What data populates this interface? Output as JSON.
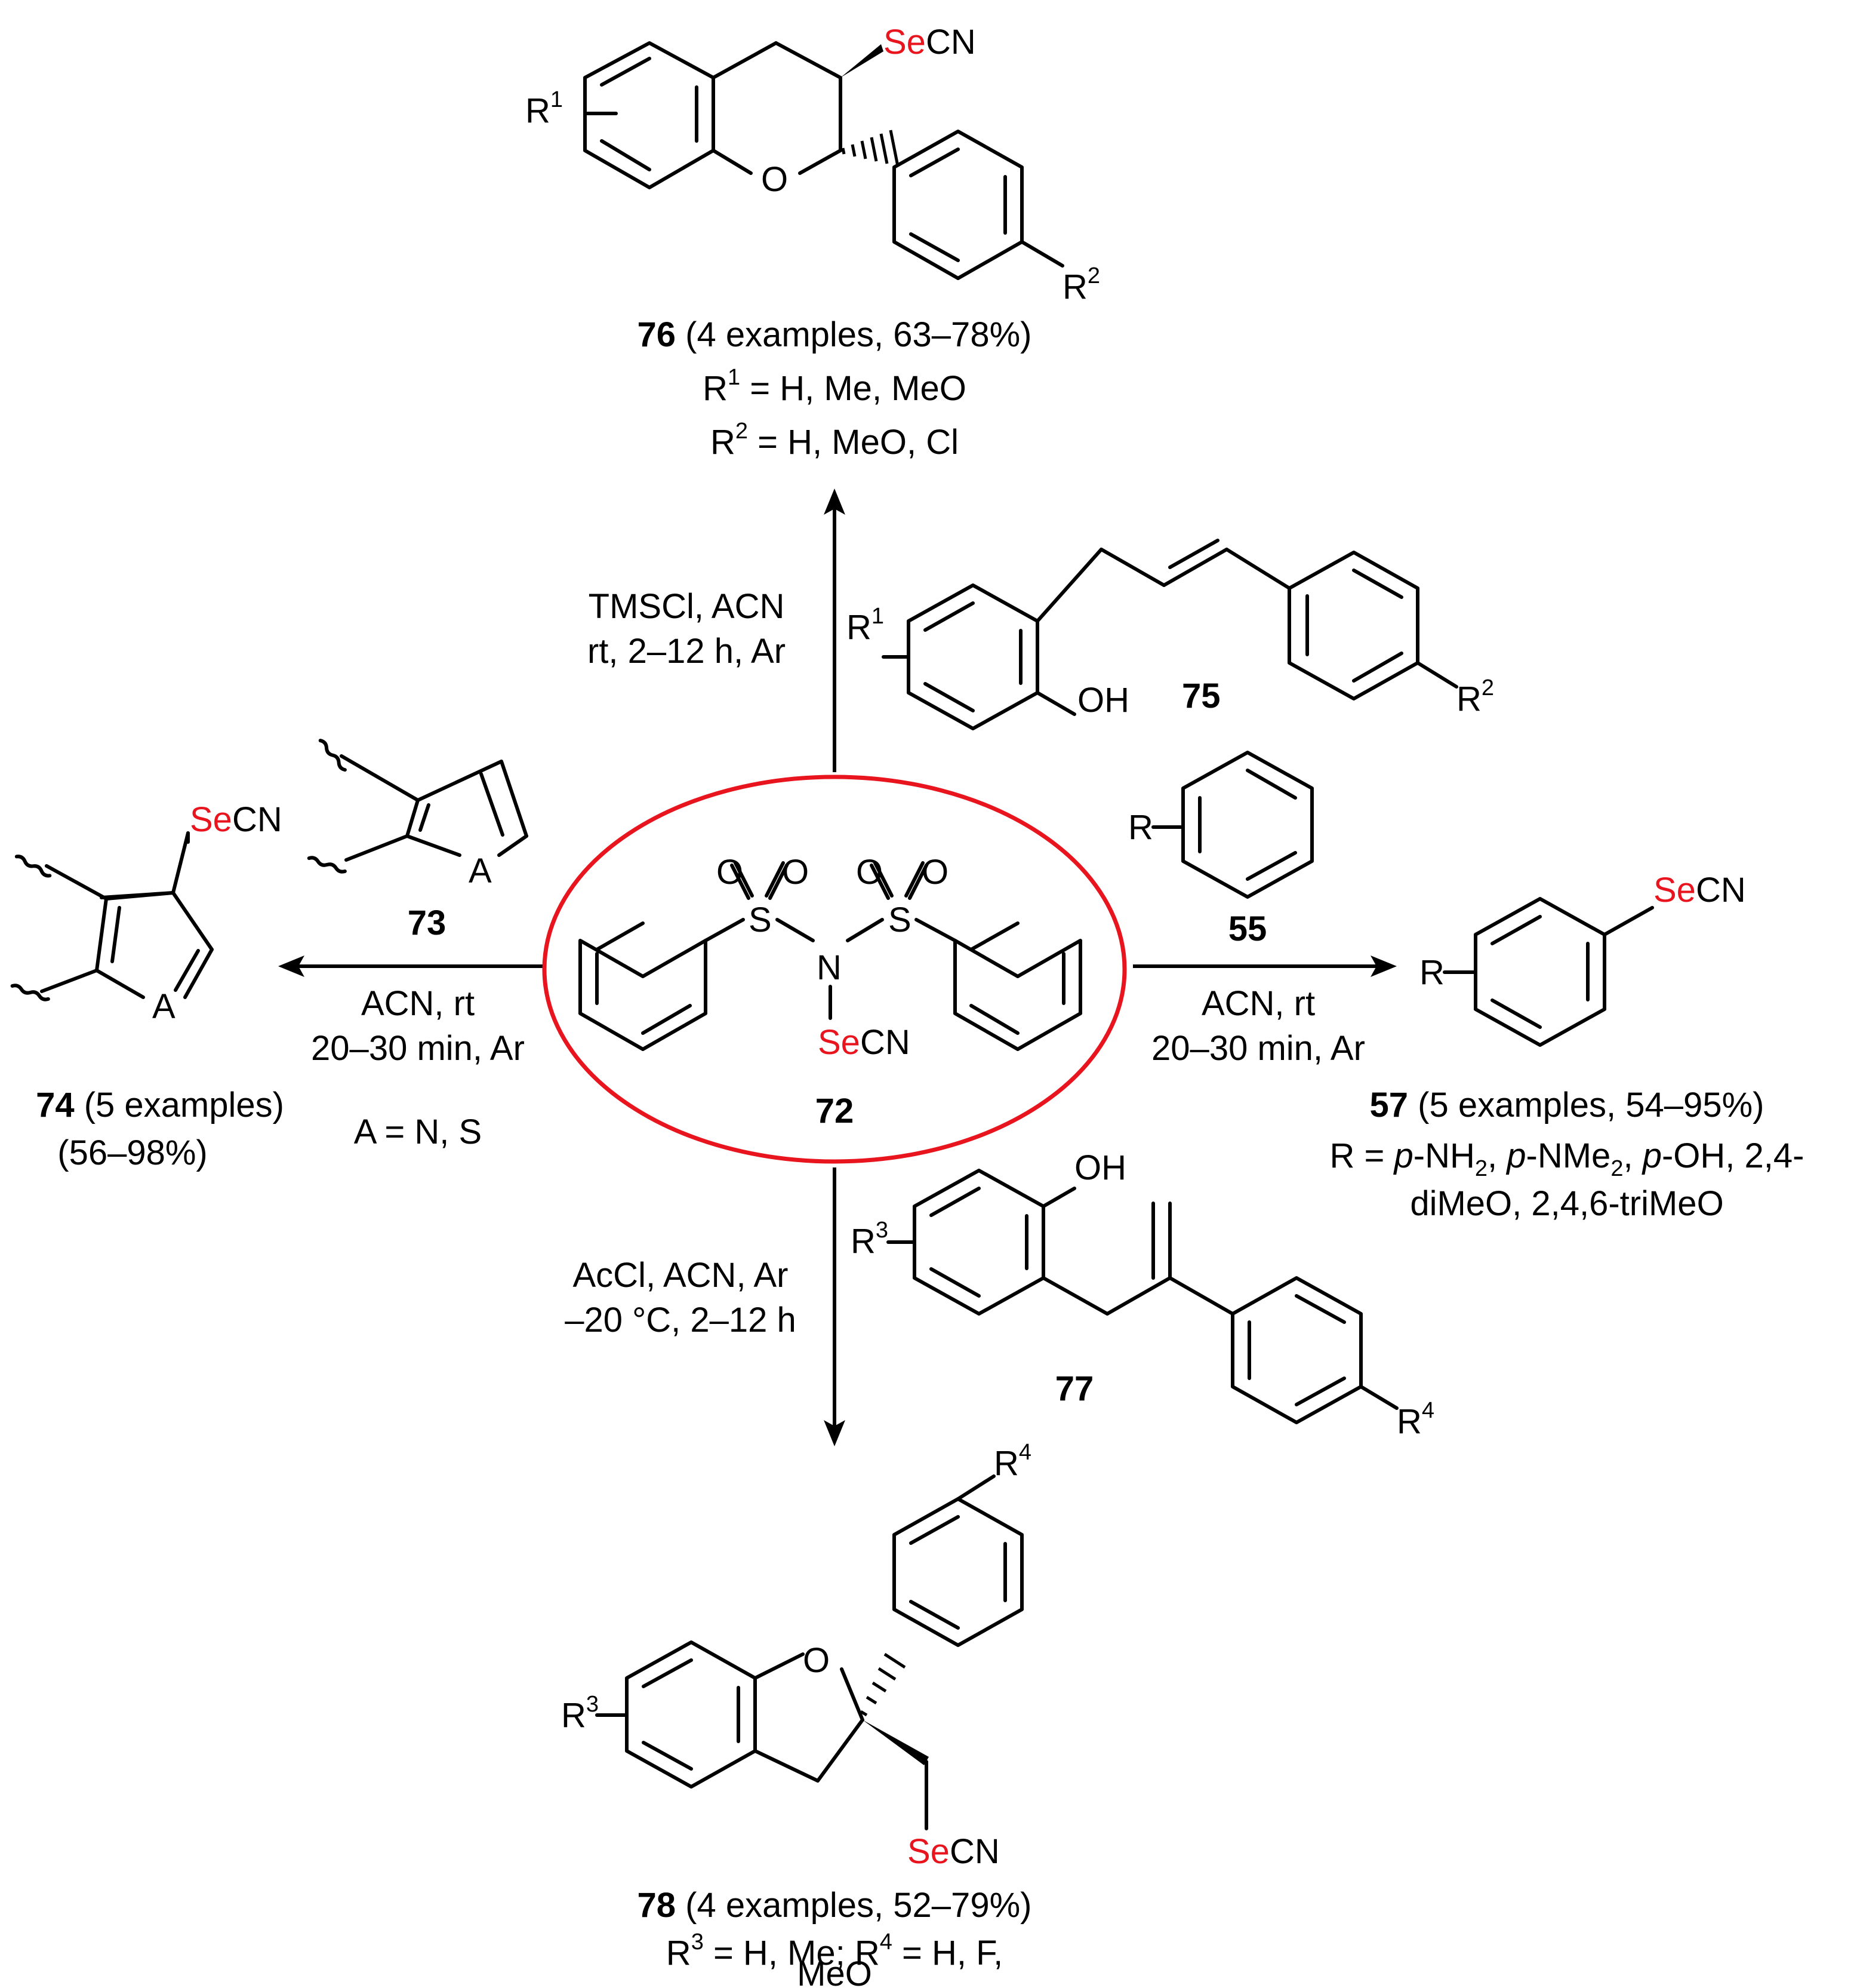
{
  "center": {
    "label": "72",
    "atoms": {
      "o": "O",
      "s": "S",
      "n": "N",
      "se": "Se",
      "cn": "CN"
    }
  },
  "top": {
    "label": "76",
    "caption": " (4 examples, 63–78%)",
    "r1_values": " = H, Me, MeO",
    "r2_values": " = H, MeO, Cl",
    "conditions": [
      "TMSCl, ACN",
      "rt, 2–12 h, Ar"
    ],
    "atoms": {
      "o": "O",
      "r": "R",
      "r1_sup": "1",
      "r2_sup": "2",
      "se": "Se",
      "cn": "CN"
    }
  },
  "reagent75": {
    "label": "75",
    "atoms": {
      "oh": "OH",
      "r": "R",
      "r1_sup": "1",
      "r2_sup": "2"
    }
  },
  "right": {
    "reagent_label": "55",
    "product_label": "57",
    "caption": " (5 examples, 54–95%)",
    "r_line1_parts": [
      "R = ",
      "p",
      "-NH",
      "2",
      ", ",
      "p",
      "-NMe",
      "2",
      ", ",
      "p",
      "-OH, 2,4-"
    ],
    "r_line2": "diMeO, 2,4,6-triMeO",
    "conditions": [
      "ACN, rt",
      "20–30 min, Ar"
    ],
    "atoms": {
      "r": "R",
      "se": "Se",
      "cn": "CN"
    }
  },
  "left": {
    "reagent_label": "73",
    "product_label": "74",
    "caption": " (5 examples)",
    "yield": "(56–98%)",
    "a_values": "A = N, S",
    "conditions": [
      "ACN, rt",
      "20–30 min, Ar"
    ],
    "atoms": {
      "a": "A",
      "se": "Se",
      "cn": "CN"
    }
  },
  "reagent77": {
    "label": "77",
    "atoms": {
      "oh": "OH",
      "r": "R",
      "r3_sup": "3",
      "r4_sup": "4"
    }
  },
  "bottom": {
    "label": "78",
    "caption": " (4 examples, 52–79%)",
    "r_line1_parts": [
      "R",
      "3",
      " = H, Me; R",
      "4",
      " = H, F,"
    ],
    "r_line2": "MeO",
    "conditions": [
      "AcCl, ACN, Ar",
      "–20 °C, 2–12 h"
    ],
    "atoms": {
      "o": "O",
      "r": "R",
      "r3_sup": "3",
      "r4_sup": "4",
      "se": "Se",
      "cn": "CN"
    }
  },
  "colors": {
    "highlight": "#e8141e",
    "bond": "#000000"
  }
}
